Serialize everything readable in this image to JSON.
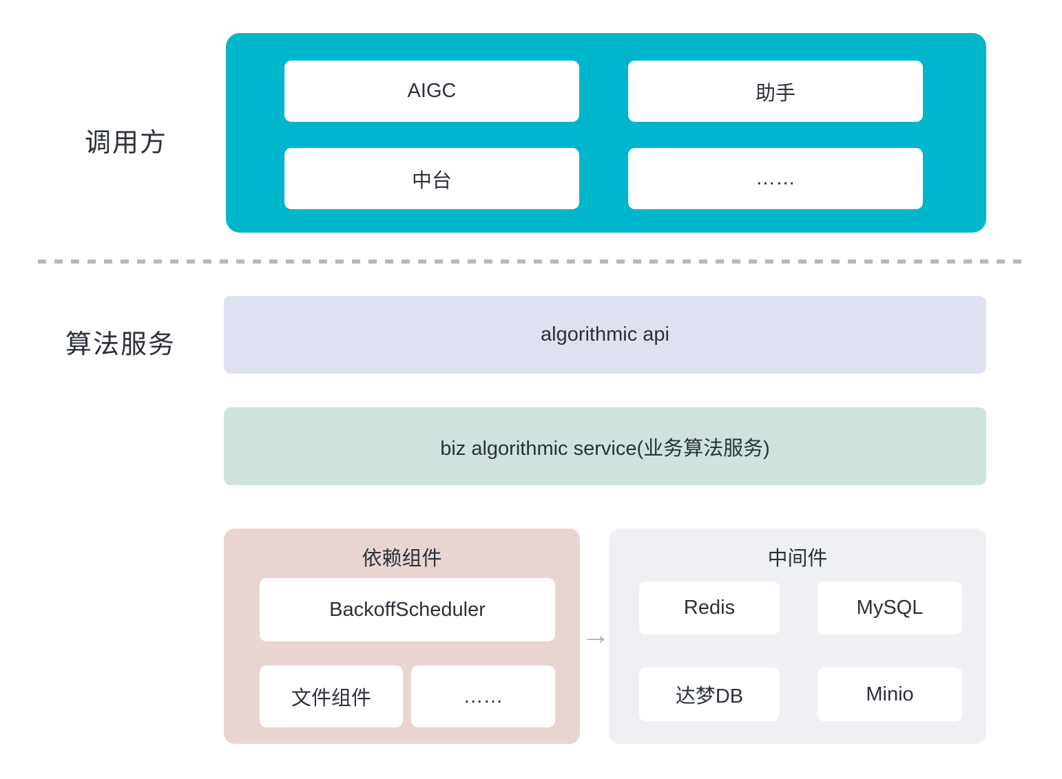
{
  "diagram": {
    "caller": {
      "label": "调用方",
      "items": [
        {
          "label": "AIGC"
        },
        {
          "label": "助手"
        },
        {
          "label": "中台"
        },
        {
          "label": "……"
        }
      ]
    },
    "service": {
      "label": "算法服务",
      "api_layer": "algorithmic api",
      "biz_layer": "biz algorithmic service(业务算法服务)"
    },
    "dependencies": {
      "title": "依赖组件",
      "items": [
        {
          "label": "BackoffScheduler"
        },
        {
          "label": "文件组件"
        },
        {
          "label": "……"
        }
      ]
    },
    "middleware": {
      "title": "中间件",
      "items": [
        {
          "label": "Redis"
        },
        {
          "label": "MySQL"
        },
        {
          "label": "达梦DB"
        },
        {
          "label": "Minio"
        }
      ]
    },
    "arrow_glyph": "→"
  },
  "colors": {
    "caller_panel": "#00b6cc",
    "api_layer": "#dee1f0",
    "biz_layer": "#cfe2dd",
    "dependencies_panel": "#e8d5d1",
    "middleware_panel": "#eef0f3",
    "chip": "#ffffff",
    "text": "#2b313a",
    "divider_dash": "#b5b9be",
    "arrow": "#a9b2bd"
  }
}
